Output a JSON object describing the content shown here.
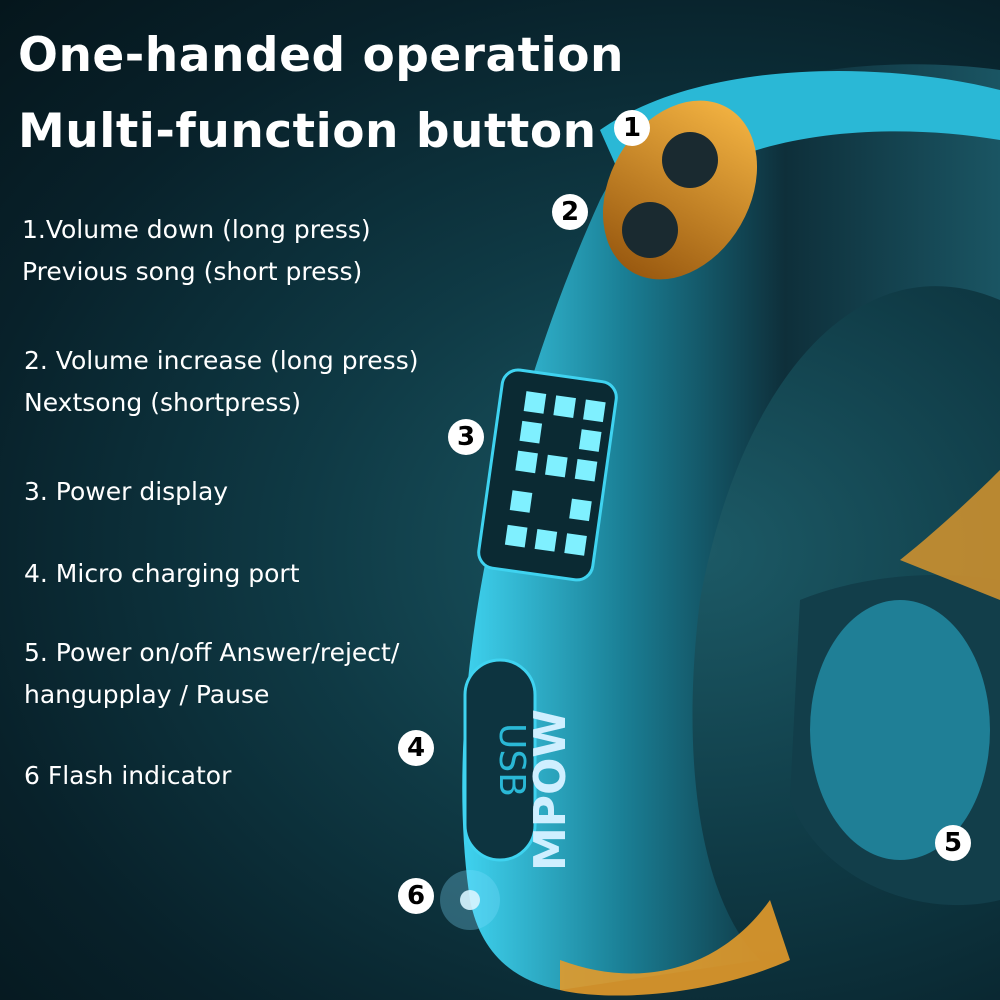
{
  "title": {
    "line1": "One-handed operation",
    "line2": "Multi-function button"
  },
  "features": [
    {
      "lines": [
        "1.Volume down (long press)",
        "Previous song (short press)"
      ]
    },
    {
      "lines": [
        "2. Volume increase (long press)",
        "Nextsong (shortpress)"
      ]
    },
    {
      "lines": [
        "3. Power display"
      ]
    },
    {
      "lines": [
        "4. Micro charging port"
      ]
    },
    {
      "lines": [
        "5. Power on/off Answer/reject/",
        "hangupplay / Pause"
      ]
    },
    {
      "lines": [
        "6 Flash indicator"
      ]
    }
  ],
  "callouts": [
    "1",
    "2",
    "3",
    "4",
    "5",
    "6"
  ],
  "product": {
    "port_label": "USB",
    "brand_logo": "MPOW"
  },
  "colors": {
    "cyan": "#3fd3f0",
    "orange": "#e39a2a",
    "dark": "#0a2530"
  }
}
